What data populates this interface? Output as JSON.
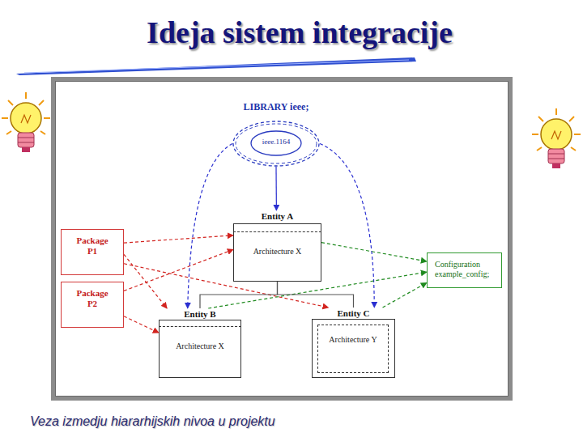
{
  "diagram": {
    "title": "Ideja sistem integracije",
    "caption": "Veza izmedju hiararhijskih nivoa u projektu",
    "nodes": [
      {
        "text": [
          "LIBRARY ieee;"
        ]
      },
      {
        "text": [
          "ieee.1164"
        ],
        "in": 0
      },
      {
        "text": [
          "Entity A"
        ]
      },
      {
        "text": [
          "Architecture X"
        ],
        "in": 2
      },
      {
        "text": [
          "Package P1"
        ]
      },
      {
        "text": [
          "Configuration example_config;"
        ]
      },
      {
        "text": [
          "Package P2"
        ]
      },
      {
        "text": [
          "Entity B"
        ]
      },
      {
        "text": [
          "Architecture X"
        ],
        "in": 7
      },
      {
        "text": [
          "Entity C"
        ]
      },
      {
        "text": [
          "Architecture Y"
        ],
        "in": 9
      }
    ],
    "edges": [
      {
        "from": 0,
        "to": 2,
        "arrow": "to"
      },
      {
        "from": 0,
        "to": 7,
        "arrow": "to"
      },
      {
        "from": 0,
        "to": 9,
        "arrow": "to"
      },
      {
        "from": 4,
        "to": 2,
        "arrow": "to"
      },
      {
        "from": 4,
        "to": 7,
        "arrow": "to"
      },
      {
        "from": 4,
        "to": 9,
        "arrow": "to"
      },
      {
        "from": 6,
        "to": 2,
        "arrow": "to"
      },
      {
        "from": 6,
        "to": 7,
        "arrow": "to"
      },
      {
        "from": 2,
        "to": 5,
        "arrow": "to"
      },
      {
        "from": 7,
        "to": 5,
        "arrow": "to"
      },
      {
        "from": 9,
        "to": 5,
        "arrow": "to"
      },
      {
        "from": 2,
        "to": 7,
        "arrow": "none"
      },
      {
        "from": 2,
        "to": 9,
        "arrow": "none"
      }
    ]
  }
}
